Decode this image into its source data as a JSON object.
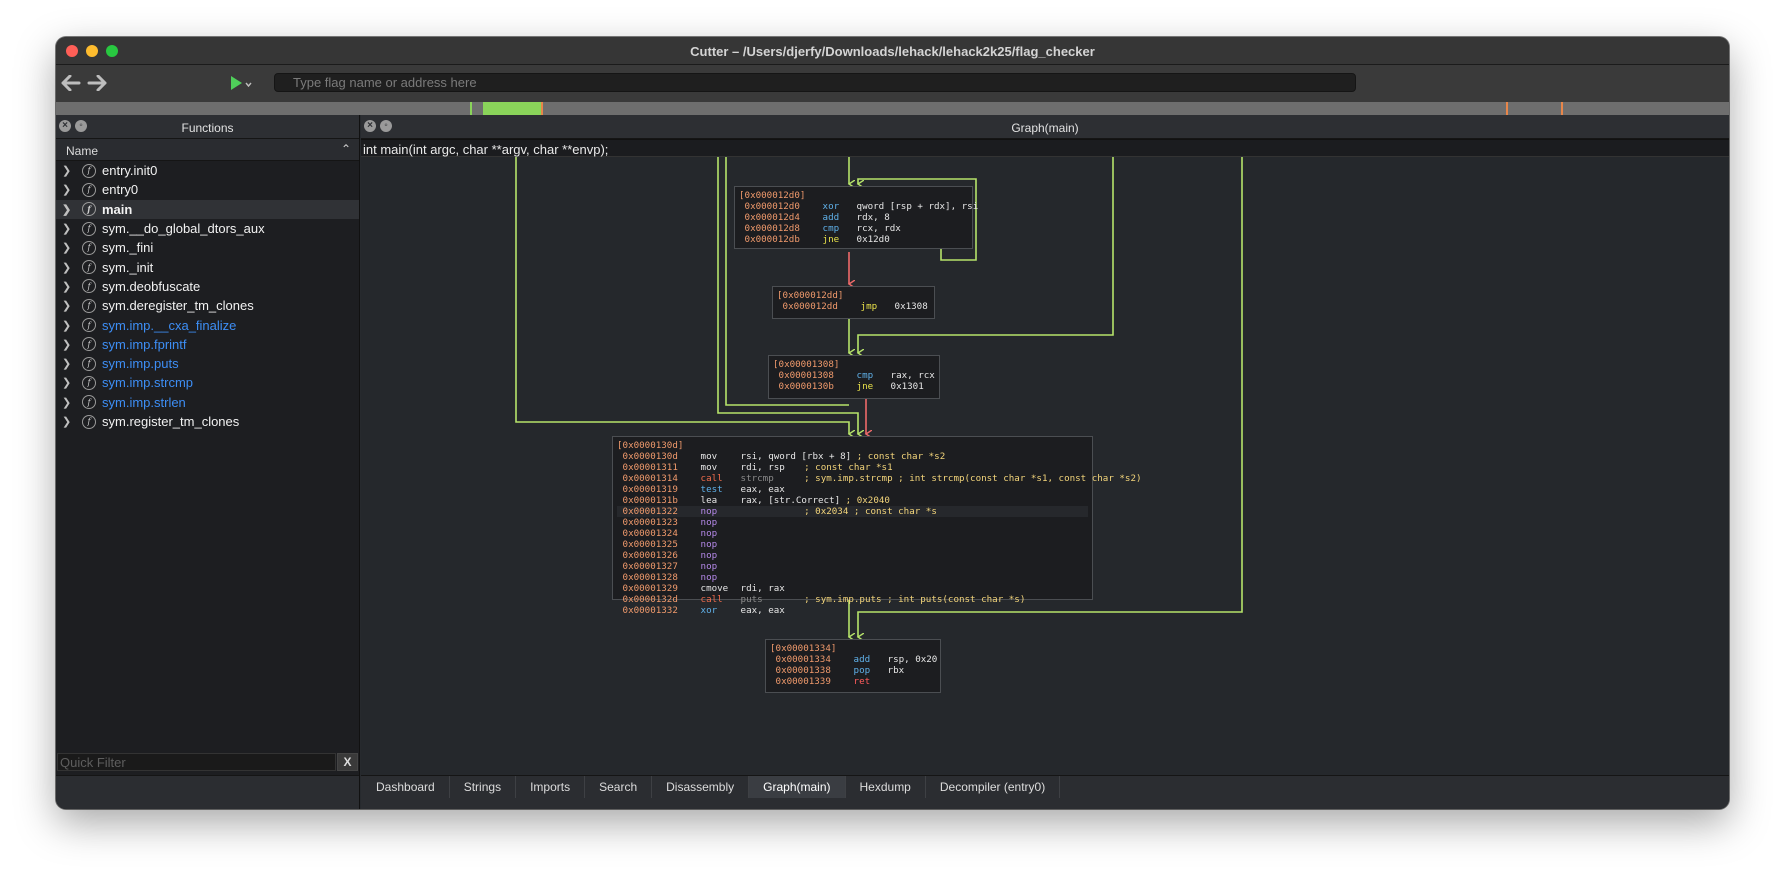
{
  "window": {
    "title": "Cutter – /Users/djerfy/Downloads/lehack/lehack2k25/flag_checker",
    "traffic_colors": [
      "#ff5f57",
      "#febc2e",
      "#28c840"
    ]
  },
  "toolbar": {
    "back_icon": "back-arrow-icon",
    "forward_icon": "forward-arrow-icon",
    "run_icon": "play-icon",
    "search_placeholder": "Type flag name or address here"
  },
  "functions_panel": {
    "title": "Functions",
    "column_name": "Name",
    "items": [
      {
        "label": "entry.init0",
        "imported": false,
        "selected": false
      },
      {
        "label": "entry0",
        "imported": false,
        "selected": false
      },
      {
        "label": "main",
        "imported": false,
        "selected": true
      },
      {
        "label": "sym.__do_global_dtors_aux",
        "imported": false,
        "selected": false
      },
      {
        "label": "sym._fini",
        "imported": false,
        "selected": false
      },
      {
        "label": "sym._init",
        "imported": false,
        "selected": false
      },
      {
        "label": "sym.deobfuscate",
        "imported": false,
        "selected": false
      },
      {
        "label": "sym.deregister_tm_clones",
        "imported": false,
        "selected": false
      },
      {
        "label": "sym.imp.__cxa_finalize",
        "imported": true,
        "selected": false
      },
      {
        "label": "sym.imp.fprintf",
        "imported": true,
        "selected": false
      },
      {
        "label": "sym.imp.puts",
        "imported": true,
        "selected": false
      },
      {
        "label": "sym.imp.strcmp",
        "imported": true,
        "selected": false
      },
      {
        "label": "sym.imp.strlen",
        "imported": true,
        "selected": false
      },
      {
        "label": "sym.register_tm_clones",
        "imported": false,
        "selected": false
      }
    ],
    "quick_filter_placeholder": "Quick Filter",
    "filter_clear": "X"
  },
  "graph_panel": {
    "title": "Graph(main)",
    "signature": "int main(int argc, char **argv, char **envp);",
    "edge_colors": {
      "true": "#b6e36a",
      "false": "#ef6a6a"
    },
    "blocks": [
      {
        "id": "b12d0",
        "label": "[0x000012d0]",
        "lines": [
          {
            "addr": "0x000012d0",
            "mn": "xor",
            "mn_color": "blue",
            "ops": "qword [rsp + rdx], rsi",
            "cmt": ""
          },
          {
            "addr": "0x000012d4",
            "mn": "add",
            "mn_color": "blue",
            "ops": "rdx, 8",
            "cmt": ""
          },
          {
            "addr": "0x000012d8",
            "mn": "cmp",
            "mn_color": "blue",
            "ops": "rcx, rdx",
            "cmt": ""
          },
          {
            "addr": "0x000012db",
            "mn": "jne",
            "mn_color": "yellow",
            "ops": "0x12d0",
            "cmt": ""
          }
        ]
      },
      {
        "id": "b12dd",
        "label": "[0x000012dd]",
        "lines": [
          {
            "addr": "0x000012dd",
            "mn": "jmp",
            "mn_color": "yellow",
            "ops": "0x1308",
            "cmt": ""
          }
        ]
      },
      {
        "id": "b1308",
        "label": "[0x00001308]",
        "lines": [
          {
            "addr": "0x00001308",
            "mn": "cmp",
            "mn_color": "blue",
            "ops": "rax, rcx",
            "cmt": ""
          },
          {
            "addr": "0x0000130b",
            "mn": "jne",
            "mn_color": "yellow",
            "ops": "0x1301",
            "cmt": ""
          }
        ]
      },
      {
        "id": "b130d",
        "label": "[0x0000130d]",
        "lines": [
          {
            "addr": "0x0000130d",
            "mn": "mov",
            "mn_color": "white",
            "ops": "rsi, qword [rbx + 8]",
            "cmt": "; const char *s2"
          },
          {
            "addr": "0x00001311",
            "mn": "mov",
            "mn_color": "white",
            "ops": "rdi, rsp",
            "cmt": "; const char *s1"
          },
          {
            "addr": "0x00001314",
            "mn": "call",
            "mn_color": "orange",
            "ops": "strcmp",
            "cmt": "; sym.imp.strcmp ; int strcmp(const char *s1, const char *s2)"
          },
          {
            "addr": "0x00001319",
            "mn": "test",
            "mn_color": "blue",
            "ops": "eax, eax",
            "cmt": ""
          },
          {
            "addr": "0x0000131b",
            "mn": "lea",
            "mn_color": "white",
            "ops": "rax, [str.Correct]",
            "cmt": "; 0x2040"
          },
          {
            "addr": "0x00001322",
            "mn": "nop",
            "mn_color": "purple",
            "ops": "",
            "cmt": "; 0x2034 ; const char *s"
          },
          {
            "addr": "0x00001323",
            "mn": "nop",
            "mn_color": "purple",
            "ops": "",
            "cmt": ""
          },
          {
            "addr": "0x00001324",
            "mn": "nop",
            "mn_color": "purple",
            "ops": "",
            "cmt": ""
          },
          {
            "addr": "0x00001325",
            "mn": "nop",
            "mn_color": "purple",
            "ops": "",
            "cmt": ""
          },
          {
            "addr": "0x00001326",
            "mn": "nop",
            "mn_color": "purple",
            "ops": "",
            "cmt": ""
          },
          {
            "addr": "0x00001327",
            "mn": "nop",
            "mn_color": "purple",
            "ops": "",
            "cmt": ""
          },
          {
            "addr": "0x00001328",
            "mn": "nop",
            "mn_color": "purple",
            "ops": "",
            "cmt": ""
          },
          {
            "addr": "0x00001329",
            "mn": "cmove",
            "mn_color": "white",
            "ops": "rdi, rax",
            "cmt": ""
          },
          {
            "addr": "0x0000132d",
            "mn": "call",
            "mn_color": "orange",
            "ops": "puts",
            "cmt": "; sym.imp.puts ; int puts(const char *s)"
          },
          {
            "addr": "0x00001332",
            "mn": "xor",
            "mn_color": "blue",
            "ops": "eax, eax",
            "cmt": ""
          }
        ]
      },
      {
        "id": "b1334",
        "label": "[0x00001334]",
        "lines": [
          {
            "addr": "0x00001334",
            "mn": "add",
            "mn_color": "blue",
            "ops": "rsp, 0x20",
            "cmt": ""
          },
          {
            "addr": "0x00001338",
            "mn": "pop",
            "mn_color": "blue",
            "ops": "rbx",
            "cmt": ""
          },
          {
            "addr": "0x00001339",
            "mn": "ret",
            "mn_color": "red",
            "ops": "",
            "cmt": ""
          }
        ]
      }
    ]
  },
  "tabs": [
    {
      "label": "Dashboard",
      "active": false
    },
    {
      "label": "Strings",
      "active": false
    },
    {
      "label": "Imports",
      "active": false
    },
    {
      "label": "Search",
      "active": false
    },
    {
      "label": "Disassembly",
      "active": false
    },
    {
      "label": "Graph(main)",
      "active": true
    },
    {
      "label": "Hexdump",
      "active": false
    },
    {
      "label": "Decompiler (entry0)",
      "active": false
    }
  ]
}
